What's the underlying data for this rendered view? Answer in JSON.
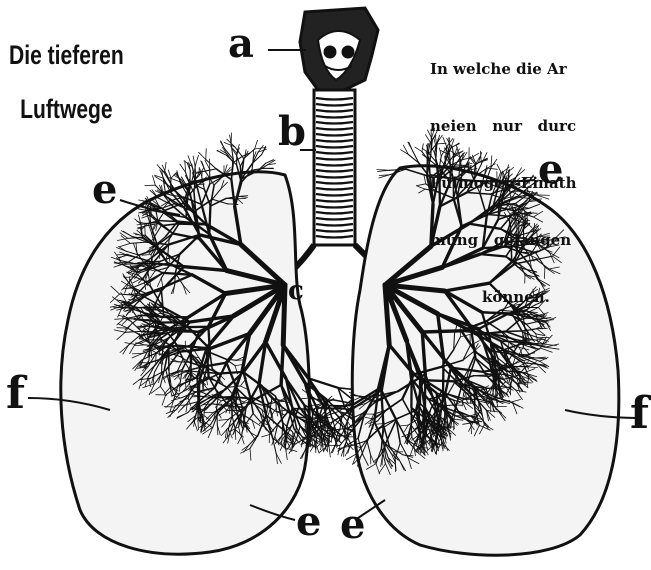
{
  "heading": {
    "line1": "Die tieferen",
    "line2": "Luftwege"
  },
  "caption": {
    "line1": "In welche die Ar",
    "line2": "neien   nur   durc",
    "line3": "Pulmogen-Einath",
    "line4": "mung   gelangen",
    "line5": "können."
  },
  "labels": {
    "a": "a",
    "b": "b",
    "c": "c",
    "e_upper_left": "e",
    "e_upper_right": "e",
    "e_lower_left": "e",
    "e_lower_right": "e",
    "f_left": "f",
    "f_right": "f"
  },
  "colors": {
    "ink": "#111111",
    "paper": "#ffffff"
  }
}
